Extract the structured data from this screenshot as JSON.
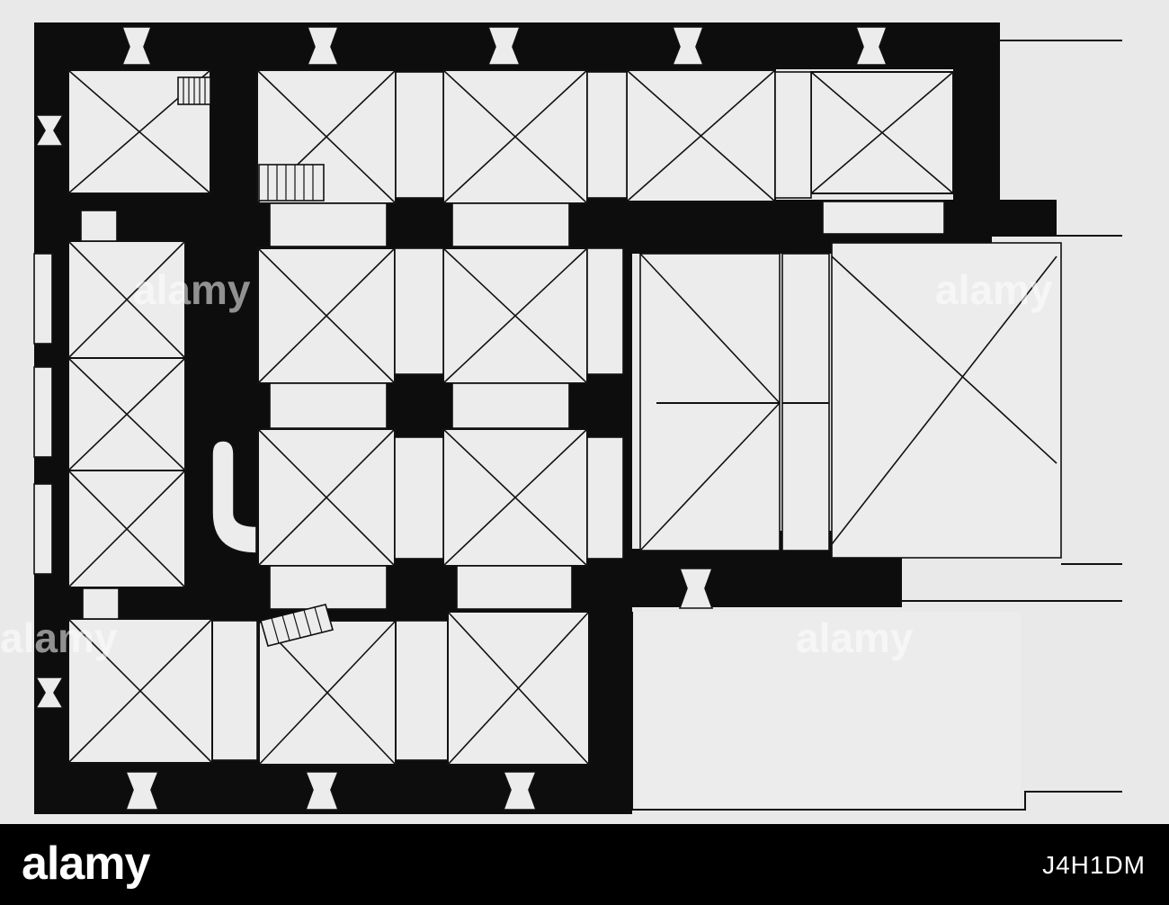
{
  "image": {
    "subject": "",
    "background_color": "#e9e9e9",
    "wall_color": "#0d0d0d",
    "bay_color": "#ececec"
  },
  "watermark": {
    "text": "alamy"
  },
  "footer": {
    "logo_text": "alamy",
    "image_id": "J4H1DM"
  }
}
